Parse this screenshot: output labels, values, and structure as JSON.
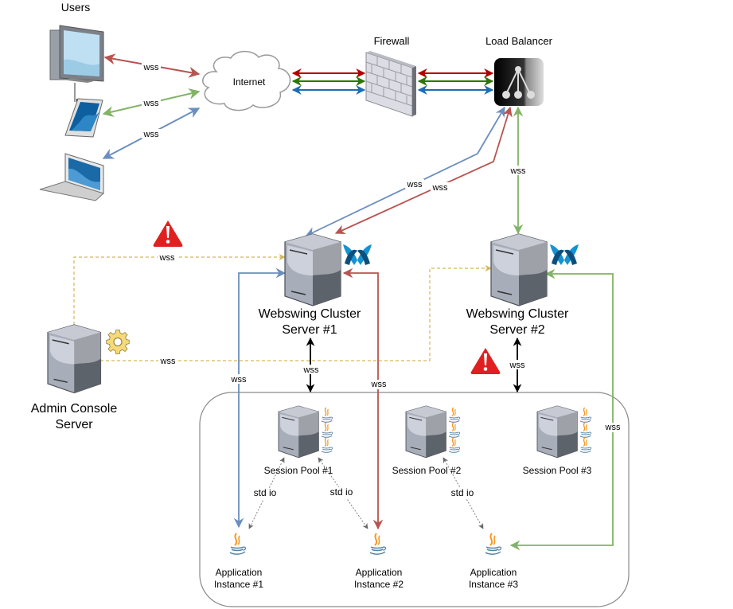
{
  "colors": {
    "red": "#b85450",
    "green": "#82b366",
    "blue": "#6c8ebf",
    "dark_red": "#b20000",
    "dark_green": "#2d7600",
    "dark_blue": "#1c6db5",
    "admin_dash": "#d6b656",
    "stdio": "#808080",
    "warning": "#e02020"
  },
  "nodes": {
    "users": "Users",
    "internet": "Internet",
    "firewall": "Firewall",
    "load_balancer": "Load Balancer",
    "cluster1_line1": "Webswing Cluster",
    "cluster1_line2": "Server #1",
    "cluster2_line1": "Webswing Cluster",
    "cluster2_line2": "Server #2",
    "admin_line1": "Admin Console",
    "admin_line2": "Server",
    "pool1": "Session Pool #1",
    "pool2": "Session Pool #2",
    "pool3": "Session Pool #3",
    "app1_line1": "Application",
    "app1_line2": "Instance #1",
    "app2_line1": "Application",
    "app2_line2": "Instance #2",
    "app3_line1": "Application",
    "app3_line2": "Instance #3"
  },
  "edges": {
    "desktop_internet": "wss",
    "tablet_internet": "wss",
    "laptop_internet": "wss",
    "lb_cluster1_blue": "wss",
    "lb_cluster1_red": "wss",
    "lb_cluster2": "wss",
    "admin_cluster1": "wss",
    "admin_cluster2": "wss",
    "cluster1_pools": "wss",
    "cluster2_pools": "wss",
    "blue_app1": "wss",
    "red_app2": "wss",
    "green_app3": "wss",
    "pool1_app1": "std io",
    "pool1_app2": "std io",
    "pool2_app3": "std io"
  }
}
